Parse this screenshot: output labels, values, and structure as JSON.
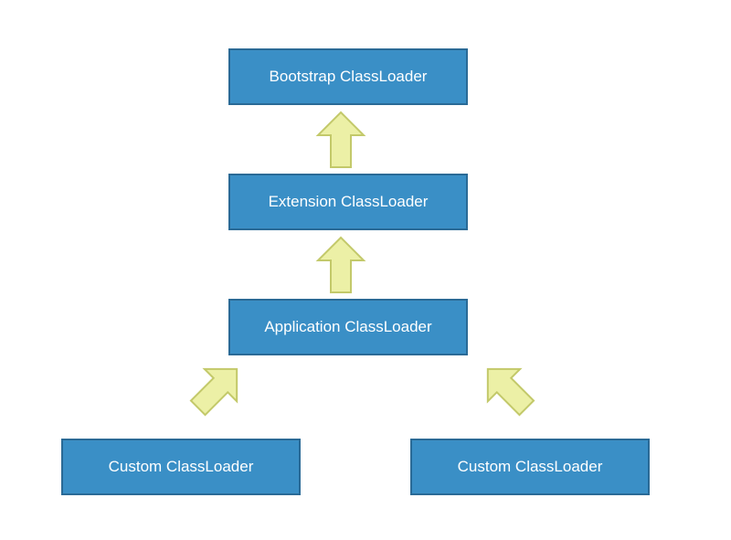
{
  "diagram": {
    "nodes": [
      {
        "id": "bootstrap",
        "label": "Bootstrap ClassLoader"
      },
      {
        "id": "extension",
        "label": "Extension ClassLoader"
      },
      {
        "id": "application",
        "label": "Application ClassLoader"
      },
      {
        "id": "custom_left",
        "label": "Custom ClassLoader"
      },
      {
        "id": "custom_right",
        "label": "Custom ClassLoader"
      }
    ],
    "edges": [
      {
        "from": "extension",
        "to": "bootstrap"
      },
      {
        "from": "application",
        "to": "extension"
      },
      {
        "from": "custom_left",
        "to": "application"
      },
      {
        "from": "custom_right",
        "to": "application"
      }
    ],
    "colors": {
      "box_fill": "#3a8fc6",
      "box_border": "#2a6a96",
      "box_text": "#ffffff",
      "arrow_fill": "#ecf0a6",
      "arrow_stroke": "#c3c96a"
    }
  }
}
